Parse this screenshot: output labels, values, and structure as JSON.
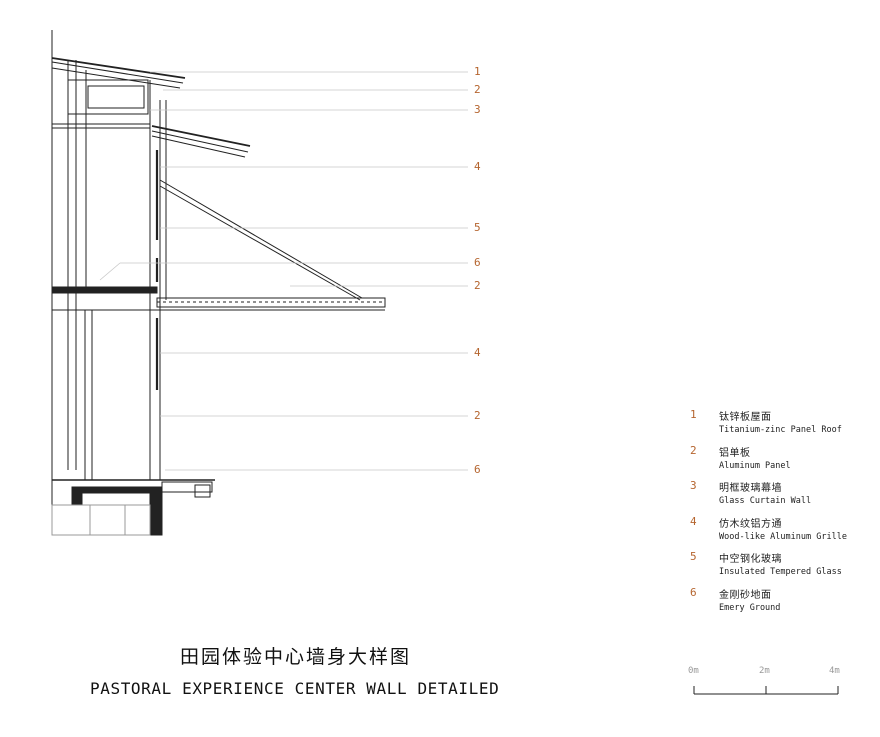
{
  "callouts": [
    "1",
    "2",
    "3",
    "4",
    "5",
    "6",
    "2",
    "4",
    "2",
    "6"
  ],
  "legend": [
    {
      "num": "1",
      "zh": "钛锌板屋面",
      "en": "Titanium-zinc Panel Roof"
    },
    {
      "num": "2",
      "zh": "铝单板",
      "en": "Aluminum Panel"
    },
    {
      "num": "3",
      "zh": "明框玻璃幕墙",
      "en": "Glass Curtain Wall"
    },
    {
      "num": "4",
      "zh": "仿木纹铝方通",
      "en": "Wood-like Aluminum Grille"
    },
    {
      "num": "5",
      "zh": "中空钢化玻璃",
      "en": "Insulated Tempered Glass"
    },
    {
      "num": "6",
      "zh": "金刚砂地面",
      "en": "Emery Ground"
    }
  ],
  "title": {
    "zh": "田园体验中心墙身大样图",
    "en": "PASTORAL EXPERIENCE CENTER WALL DETAILED"
  },
  "scale": {
    "labels": [
      "0m",
      "2m",
      "4m"
    ]
  },
  "colors": {
    "accent": "#b5652f",
    "line": "#222222",
    "leader": "#c8c8c8"
  }
}
